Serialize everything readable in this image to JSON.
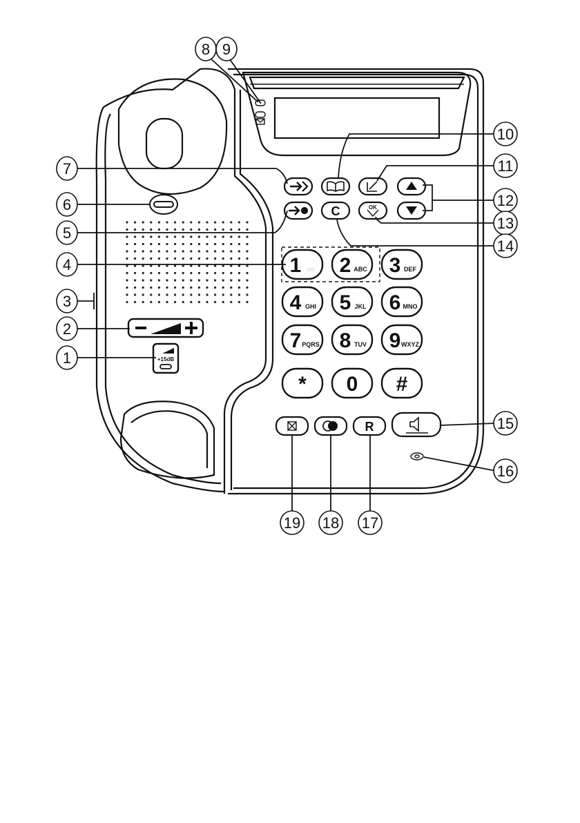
{
  "callouts": [
    "1",
    "2",
    "3",
    "4",
    "5",
    "6",
    "7",
    "8",
    "9",
    "10",
    "11",
    "12",
    "13",
    "14",
    "15",
    "16",
    "17",
    "18",
    "19"
  ],
  "keypad": [
    {
      "main": "1",
      "sub": "◌◌"
    },
    {
      "main": "2",
      "sub": "ABC"
    },
    {
      "main": "3",
      "sub": "DEF"
    },
    {
      "main": "4",
      "sub": "GHI"
    },
    {
      "main": "5",
      "sub": "JKL"
    },
    {
      "main": "6",
      "sub": "MNO"
    },
    {
      "main": "7",
      "sub": "PQRS"
    },
    {
      "main": "8",
      "sub": "TUV"
    },
    {
      "main": "9",
      "sub": "WXYZ"
    },
    {
      "main": "*",
      "sub": ""
    },
    {
      "main": "0",
      "sub": ""
    },
    {
      "main": "#",
      "sub": ""
    }
  ],
  "labels": {
    "boost": "+15dB",
    "ok": "OK",
    "clear": "C",
    "recall": "R"
  }
}
